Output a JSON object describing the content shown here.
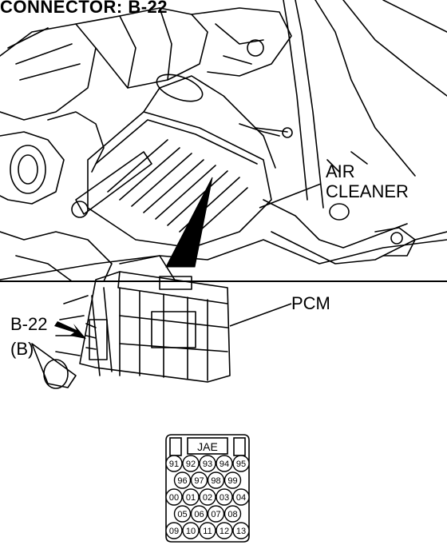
{
  "title": "CONNECTOR: B-22",
  "labels": {
    "air_cleaner_line1": "AIR",
    "air_cleaner_line2": "CLEANER",
    "pcm": "PCM",
    "connector_id": "B-22",
    "connector_color": "(B)"
  },
  "connector_face": {
    "header": "JAE",
    "rows": [
      [
        "91",
        "92",
        "93",
        "94",
        "95"
      ],
      [
        "96",
        "97",
        "98",
        "99"
      ],
      [
        "00",
        "01",
        "02",
        "03",
        "04"
      ],
      [
        "05",
        "06",
        "07",
        "08"
      ],
      [
        "09",
        "10",
        "11",
        "12",
        "13"
      ]
    ]
  }
}
